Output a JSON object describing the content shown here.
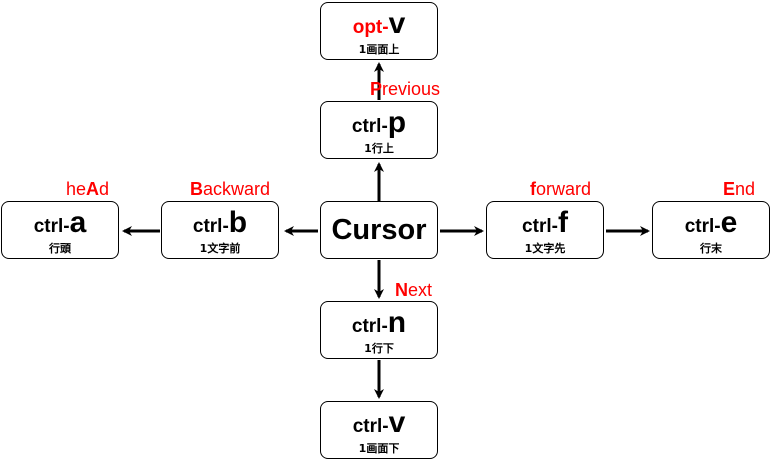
{
  "center": {
    "label": "Cursor"
  },
  "boxes": {
    "ctrl_a": {
      "prefix": "ctrl-",
      "key": "a",
      "desc": "行頭"
    },
    "ctrl_b": {
      "prefix": "ctrl-",
      "key": "b",
      "desc": "1文字前"
    },
    "ctrl_f": {
      "prefix": "ctrl-",
      "key": "f",
      "desc": "1文字先"
    },
    "ctrl_e": {
      "prefix": "ctrl-",
      "key": "e",
      "desc": "行末"
    },
    "ctrl_p": {
      "prefix": "ctrl-",
      "key": "p",
      "desc": "1行上"
    },
    "ctrl_n": {
      "prefix": "ctrl-",
      "key": "n",
      "desc": "1行下"
    },
    "ctrl_v": {
      "prefix": "ctrl-",
      "key": "v",
      "desc": "1画面下"
    },
    "opt_v": {
      "prefix": "opt-",
      "key": "v",
      "desc": "1画面上"
    }
  },
  "labels": {
    "head": {
      "pre": "he",
      "bold": "A",
      "post": "d"
    },
    "backward": {
      "pre": "",
      "bold": "B",
      "post": "ackward"
    },
    "forward": {
      "pre": "",
      "bold": "f",
      "post": "orward"
    },
    "end": {
      "pre": "",
      "bold": "E",
      "post": "nd"
    },
    "previous": {
      "pre": "",
      "bold": "P",
      "post": "revious"
    },
    "next": {
      "pre": "",
      "bold": "N",
      "post": "ext"
    }
  },
  "colors": {
    "highlight": "#ff0000",
    "line": "#000000"
  }
}
